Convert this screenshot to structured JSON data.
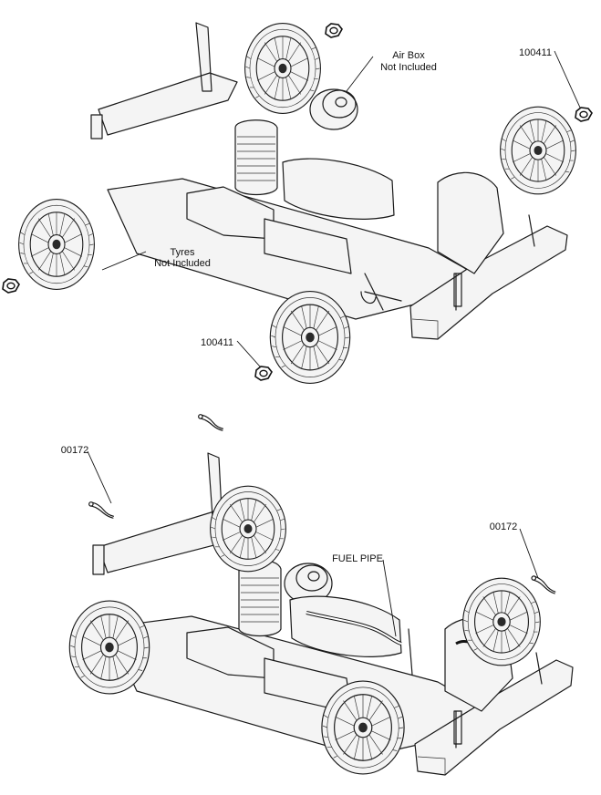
{
  "callouts": {
    "air_box": [
      "Air Box",
      "Not Included"
    ],
    "tyres": [
      "Tyres",
      "Not Included"
    ],
    "nut_part_top_right": "100411",
    "nut_part_center": "100411",
    "clip_part_left": "00172",
    "clip_part_right": "00172",
    "fuel_pipe": "FUEL PIPE"
  },
  "colors": {
    "ink": "#1a1a1a",
    "paper": "#ffffff"
  }
}
